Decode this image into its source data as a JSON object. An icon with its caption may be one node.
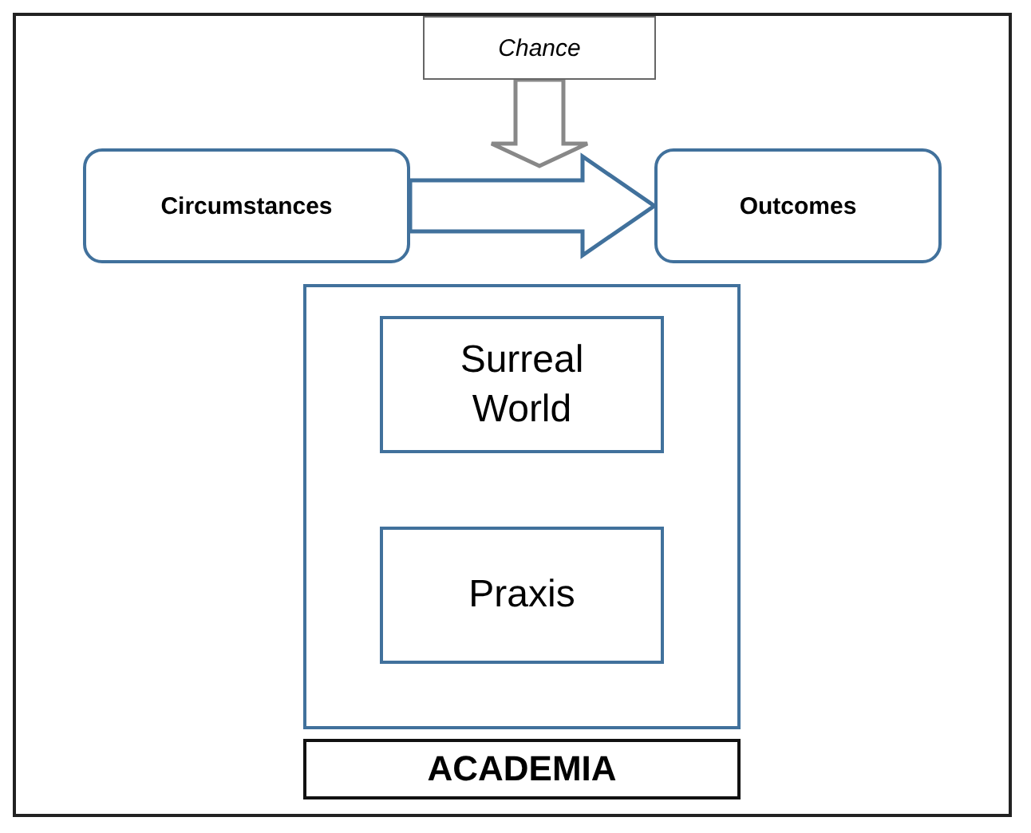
{
  "diagram": {
    "nodes": [
      {
        "text": [
          "Chance"
        ]
      },
      {
        "text": [
          "Circumstances"
        ]
      },
      {
        "text": [
          "Outcomes"
        ]
      },
      {
        "text": [],
        "shape": "box"
      },
      {
        "text": [
          "Surreal World"
        ],
        "in": 3
      },
      {
        "text": [
          "Praxis"
        ],
        "in": 3
      },
      {
        "text": [
          "ACADEMIA"
        ]
      }
    ],
    "edges": [
      {
        "from": 1,
        "to": 2,
        "arrow": "to"
      },
      {
        "from": 0,
        "to": null,
        "arrow": "to"
      }
    ]
  }
}
